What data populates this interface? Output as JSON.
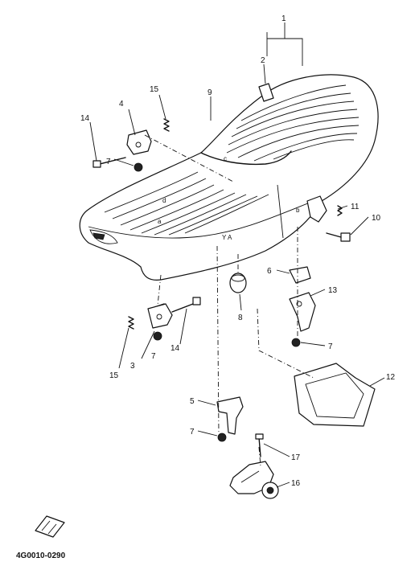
{
  "callouts": {
    "c1": "1",
    "c2": "2",
    "c3": "3",
    "c4": "4",
    "c5": "5",
    "c6": "6",
    "c7a": "7",
    "c7b": "7",
    "c7c": "7",
    "c7d": "7",
    "c8": "8",
    "c9": "9",
    "c10": "10",
    "c11": "11",
    "c12": "12",
    "c13": "13",
    "c14a": "14",
    "c14b": "14",
    "c15a": "15",
    "c15b": "15",
    "c16": "16",
    "c17": "17"
  },
  "seat_marks": {
    "a": "a",
    "b": "b",
    "c": "c",
    "d": "d",
    "ya": "Y A"
  },
  "footer": {
    "drawing_number": "4G0010-0290"
  },
  "colors": {
    "line": "#111111",
    "background": "#ffffff"
  }
}
